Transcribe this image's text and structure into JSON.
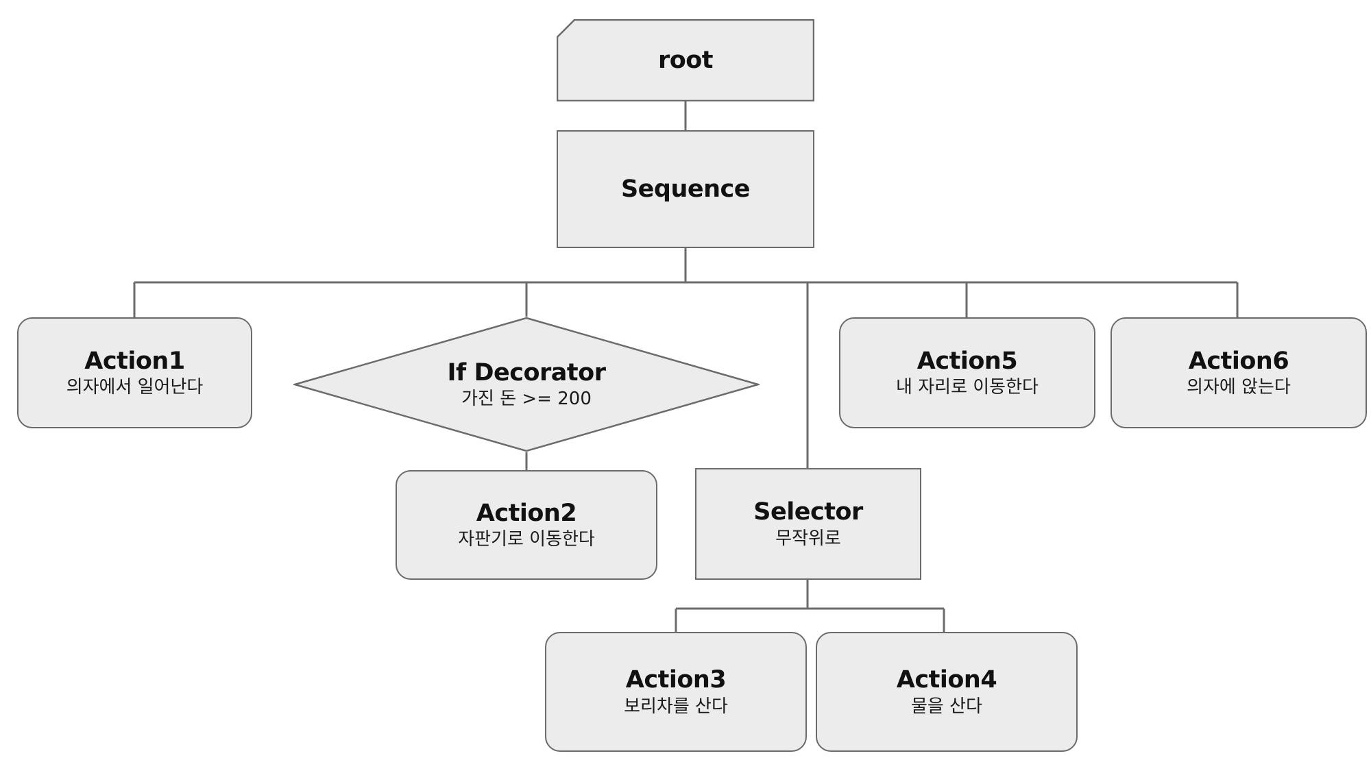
{
  "diagram": {
    "kind": "behavior-tree",
    "background_color": "#ffffff",
    "node_fill_color": "#ECECEC",
    "node_border_color": "#6b6b6b",
    "edge_color": "#6b6b6b",
    "text_color": "#111111"
  },
  "nodes": {
    "root": {
      "title": "root",
      "subtitle": "",
      "shape": "chamfered-rect"
    },
    "sequence": {
      "title": "Sequence",
      "subtitle": "",
      "shape": "rect"
    },
    "action1": {
      "title": "Action1",
      "subtitle": "의자에서 일어난다",
      "shape": "rounded-rect"
    },
    "decorator": {
      "title": "If Decorator",
      "subtitle": "가진 돈 >=  200",
      "shape": "diamond"
    },
    "action2": {
      "title": "Action2",
      "subtitle": "자판기로 이동한다",
      "shape": "rounded-rect"
    },
    "selector": {
      "title": "Selector",
      "subtitle": "무작위로",
      "shape": "rect"
    },
    "action3": {
      "title": "Action3",
      "subtitle": "보리차를 산다",
      "shape": "rounded-rect"
    },
    "action4": {
      "title": "Action4",
      "subtitle": "물을 산다",
      "shape": "rounded-rect"
    },
    "action5": {
      "title": "Action5",
      "subtitle": "내 자리로 이동한다",
      "shape": "rounded-rect"
    },
    "action6": {
      "title": "Action6",
      "subtitle": "의자에 앉는다",
      "shape": "rounded-rect"
    }
  },
  "edges": [
    {
      "from": "root",
      "to": "sequence"
    },
    {
      "from": "sequence",
      "to": "action1"
    },
    {
      "from": "sequence",
      "to": "decorator"
    },
    {
      "from": "sequence",
      "to": "selector"
    },
    {
      "from": "sequence",
      "to": "action5"
    },
    {
      "from": "sequence",
      "to": "action6"
    },
    {
      "from": "decorator",
      "to": "action2"
    },
    {
      "from": "selector",
      "to": "action3"
    },
    {
      "from": "selector",
      "to": "action4"
    }
  ]
}
